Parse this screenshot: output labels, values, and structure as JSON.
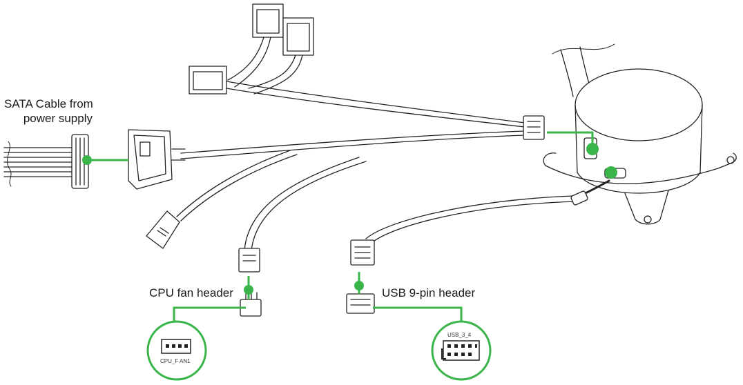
{
  "labels": {
    "sata_line1": "SATA Cable from",
    "sata_line2": "power supply",
    "cpu_fan": "CPU fan header",
    "usb": "USB 9-pin header"
  },
  "insets": {
    "cpu_fan_silk": "CPU_F AN1",
    "usb_silk": "USB_3_4"
  },
  "colors": {
    "accent": "#39b54a",
    "line": "#222222"
  }
}
